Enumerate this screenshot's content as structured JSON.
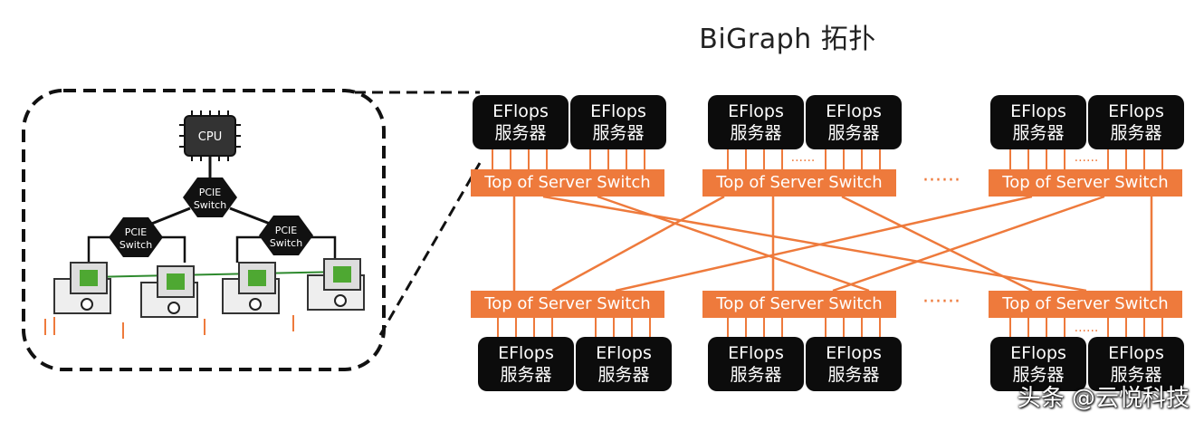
{
  "title": "BiGraph 拓扑",
  "server": {
    "line1": "EFlops",
    "line2": "服务器"
  },
  "switch_label": "Top of Server Switch",
  "ellipsis": "······",
  "inset": {
    "cpu_label": "CPU",
    "pcie_line1": "PCIE",
    "pcie_line2": "Switch"
  },
  "watermark": "头条 @云悦科技",
  "colors": {
    "accent": "#ee7a3c",
    "server": "#0c0c0c"
  }
}
